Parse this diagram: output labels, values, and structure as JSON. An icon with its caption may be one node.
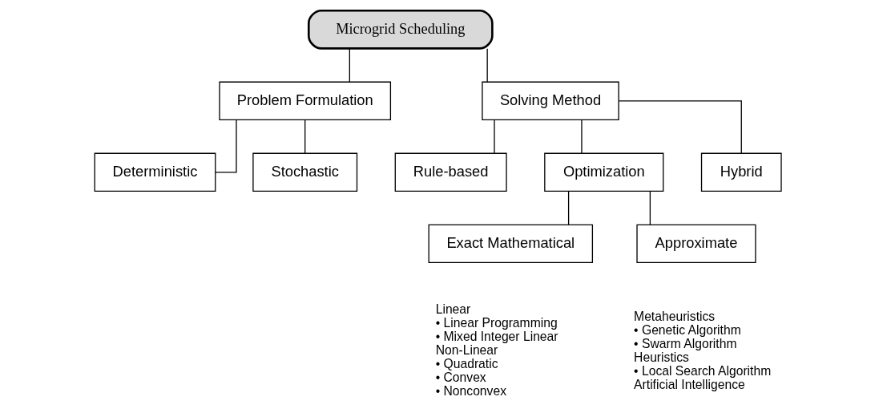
{
  "diagram": {
    "nodes": [
      {
        "text": [
          "Microgrid Scheduling"
        ]
      },
      {
        "text": [
          "Problem Formulation"
        ]
      },
      {
        "text": [
          "Solving Method"
        ]
      },
      {
        "text": [
          "Deterministic"
        ]
      },
      {
        "text": [
          "Stochastic"
        ]
      },
      {
        "text": [
          "Rule-based"
        ]
      },
      {
        "text": [
          "Optimization"
        ]
      },
      {
        "text": [
          "Hybrid"
        ]
      },
      {
        "text": [
          "Exact Mathematical"
        ],
        "beside": [
          "Linear",
          "• Linear Programming",
          "• Mixed Integer Linear",
          "Non-Linear",
          "• Quadratic",
          "• Convex",
          "• Nonconvex"
        ]
      },
      {
        "text": [
          "Approximate"
        ],
        "beside": [
          "Metaheuristics",
          "• Genetic Algorithm",
          "• Swarm Algorithm",
          "Heuristics",
          "• Local Search Algorithm",
          "Artificial Intelligence"
        ]
      }
    ],
    "edges": [
      {
        "from": 0,
        "to": 1,
        "arrow": "none"
      },
      {
        "from": 0,
        "to": 2,
        "arrow": "none"
      },
      {
        "from": 1,
        "to": 3,
        "arrow": "none"
      },
      {
        "from": 1,
        "to": 4,
        "arrow": "none"
      },
      {
        "from": 2,
        "to": 5,
        "arrow": "none"
      },
      {
        "from": 2,
        "to": 6,
        "arrow": "none"
      },
      {
        "from": 2,
        "to": 7,
        "arrow": "none"
      },
      {
        "from": 6,
        "to": 8,
        "arrow": "none"
      },
      {
        "from": 6,
        "to": 9,
        "arrow": "none"
      }
    ]
  }
}
